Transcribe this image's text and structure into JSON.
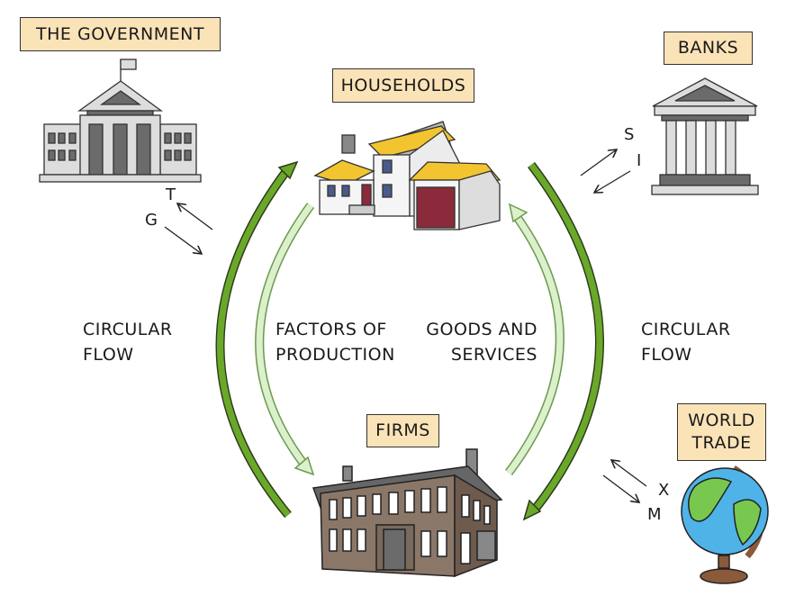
{
  "labels": {
    "government": "THE GOVERNMENT",
    "households": "HOUSEHOLDS",
    "banks": "BANKS",
    "firms": "FIRMS",
    "world_trade_line1": "WORLD",
    "world_trade_line2": "TRADE"
  },
  "flows": {
    "left_outer_1": "CIRCULAR",
    "left_outer_2": "FLOW",
    "left_inner_1": "FACTORS OF",
    "left_inner_2": "PRODUCTION",
    "right_inner_1": "GOODS AND",
    "right_inner_2": "SERVICES",
    "right_outer_1": "CIRCULAR",
    "right_outer_2": "FLOW"
  },
  "symbols": {
    "t": "T",
    "g": "G",
    "s": "S",
    "i": "I",
    "x": "X",
    "m": "M"
  },
  "colors": {
    "label_bg": "#fbe3b8",
    "outer_arrow": "#6aa82a",
    "inner_arrow": "#dcf0cc"
  }
}
